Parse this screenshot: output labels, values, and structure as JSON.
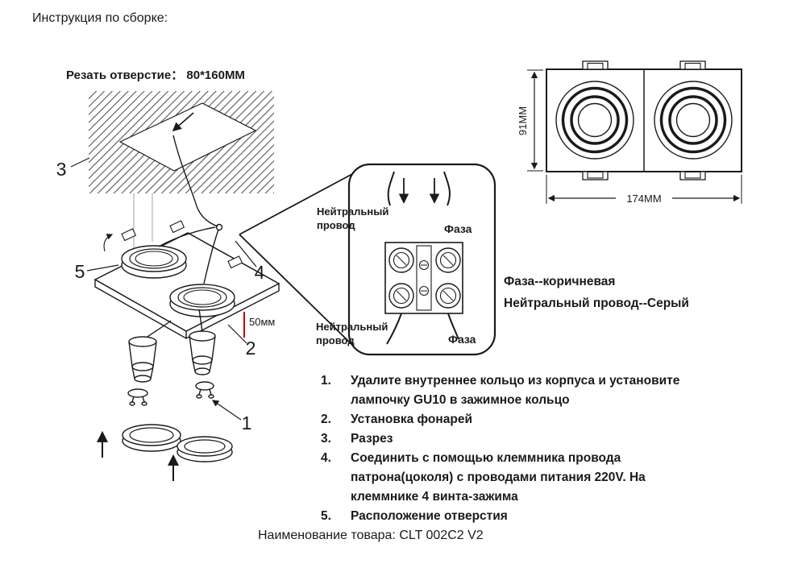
{
  "colors": {
    "ink": "#1a1a1a",
    "accent_red": "#c00000"
  },
  "header": {
    "title": "Инструкция по сборке:"
  },
  "cutout": {
    "label": "Резать отверстие： 80*160MM"
  },
  "callouts": {
    "n1": "1",
    "n2": "2",
    "n3": "3",
    "n4": "4",
    "n5": "5"
  },
  "dimensions": {
    "height": "91MM",
    "width": "174MM",
    "depth": "50мм"
  },
  "wiring": {
    "neutral_top": "Нейтральный провод",
    "phase_top": "Фаза",
    "neutral_bottom": "Нейтральный провод",
    "phase_bottom": "Фаза",
    "legend_phase": "Фаза--коричневая",
    "legend_neutral": "Нейтральный провод--Серый"
  },
  "steps": [
    {
      "num": "1.",
      "lines": [
        "Удалите внутреннее кольцо из корпуса и установите",
        "лампочку GU10 в зажимное кольцо"
      ]
    },
    {
      "num": "2.",
      "lines": [
        "Установка фонарей"
      ]
    },
    {
      "num": "3.",
      "lines": [
        "Разрез"
      ]
    },
    {
      "num": "4.",
      "lines": [
        "Соединить с помощью клеммника провода",
        "патрона(цоколя) с проводами питания 220V. На",
        "клеммнике 4 винта-зажима"
      ]
    },
    {
      "num": "5.",
      "lines": [
        "Расположение отверстия"
      ]
    }
  ],
  "footer": {
    "product_name": "Наименование товара: CLT 002C2 V2"
  }
}
